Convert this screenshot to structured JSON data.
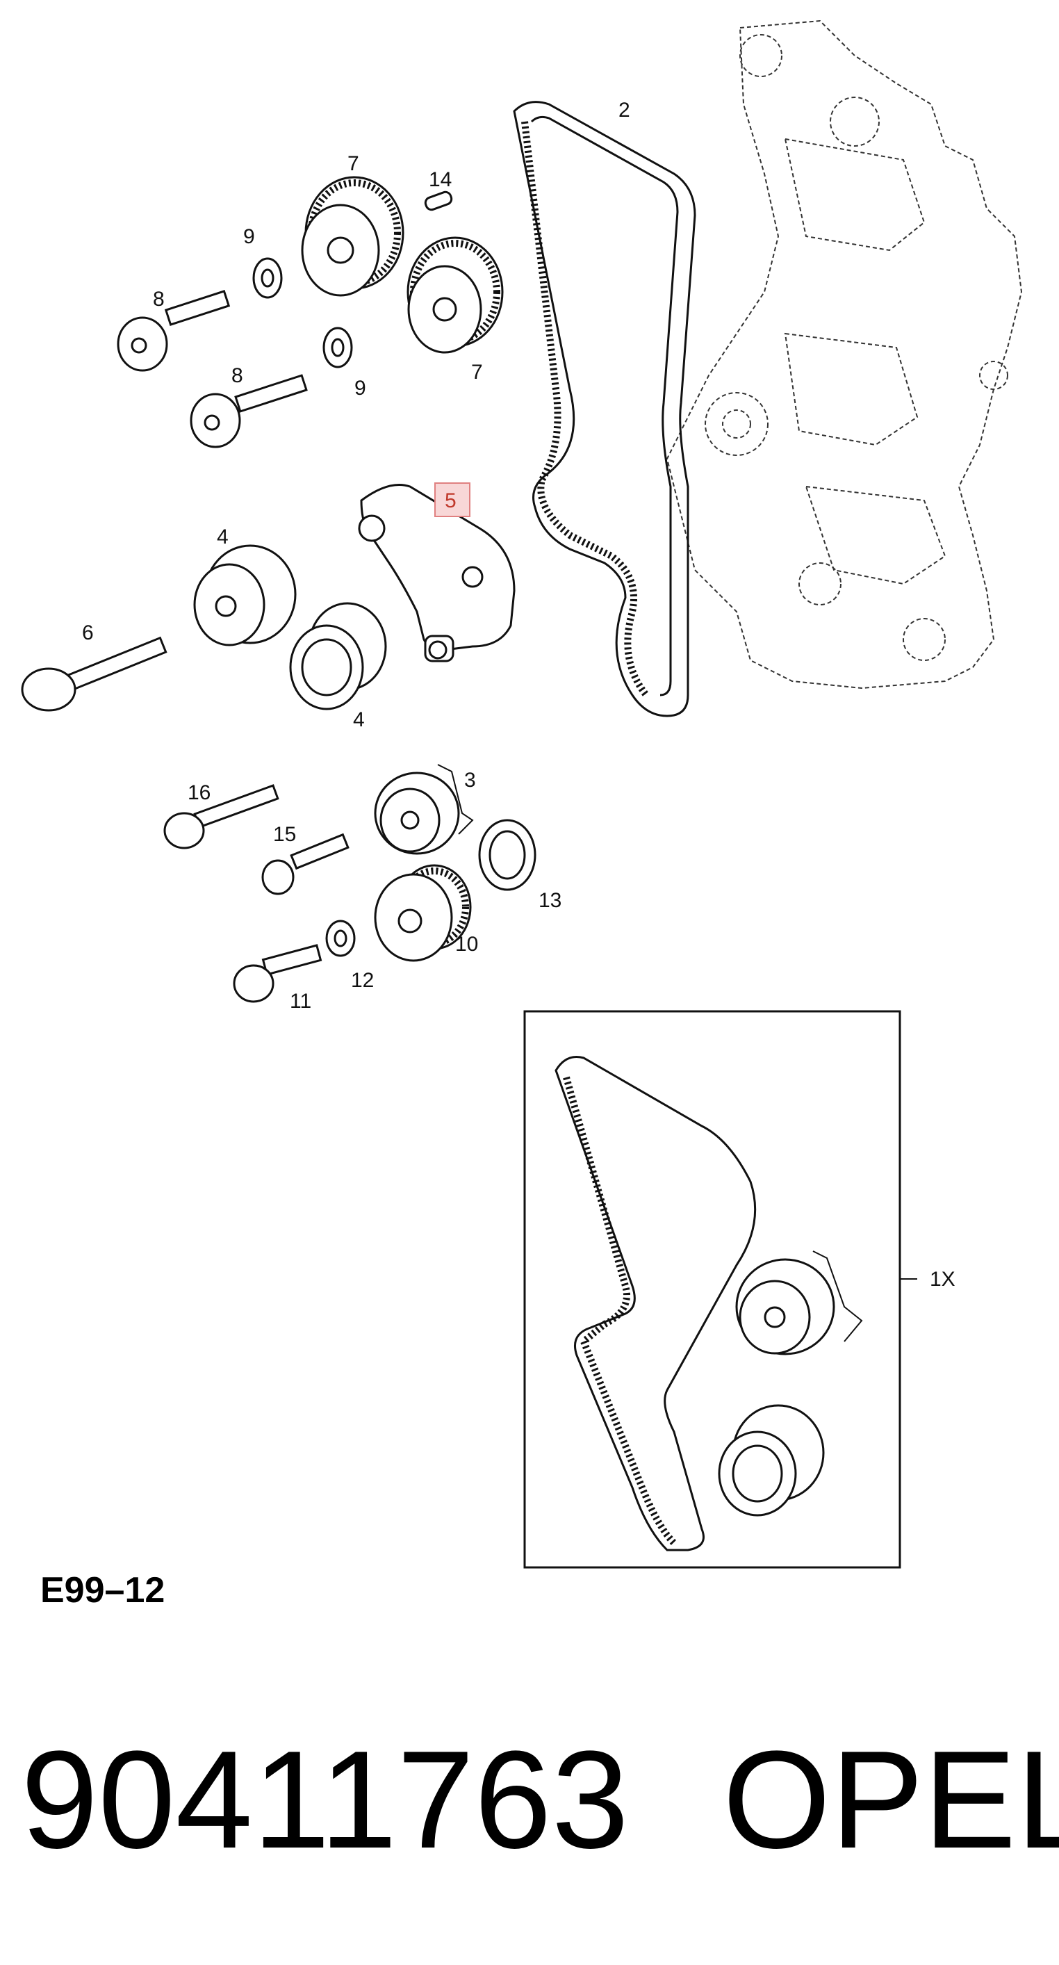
{
  "diagram": {
    "callouts": {
      "belt": "2",
      "tensioner": "3",
      "idler_upper": "4",
      "idler_lower": "4",
      "bracket": "5",
      "bolt_long": "6",
      "cam_gear_left": "7",
      "cam_gear_right": "7",
      "bolt_upper": "8",
      "bolt_lower": "8",
      "washer_upper": "9",
      "washer_lower": "9",
      "crank_gear": "10",
      "bolt_crank": "11",
      "spacer": "12",
      "seal": "13",
      "pin": "14",
      "bolt_torx": "15",
      "bolt_tensioner": "16",
      "kit": "1X"
    },
    "highlighted_callout": "bracket",
    "highlight_color": "#e08080"
  },
  "footer": {
    "code": "E99–12",
    "part_number": "90411763",
    "brand": "OPEL"
  }
}
